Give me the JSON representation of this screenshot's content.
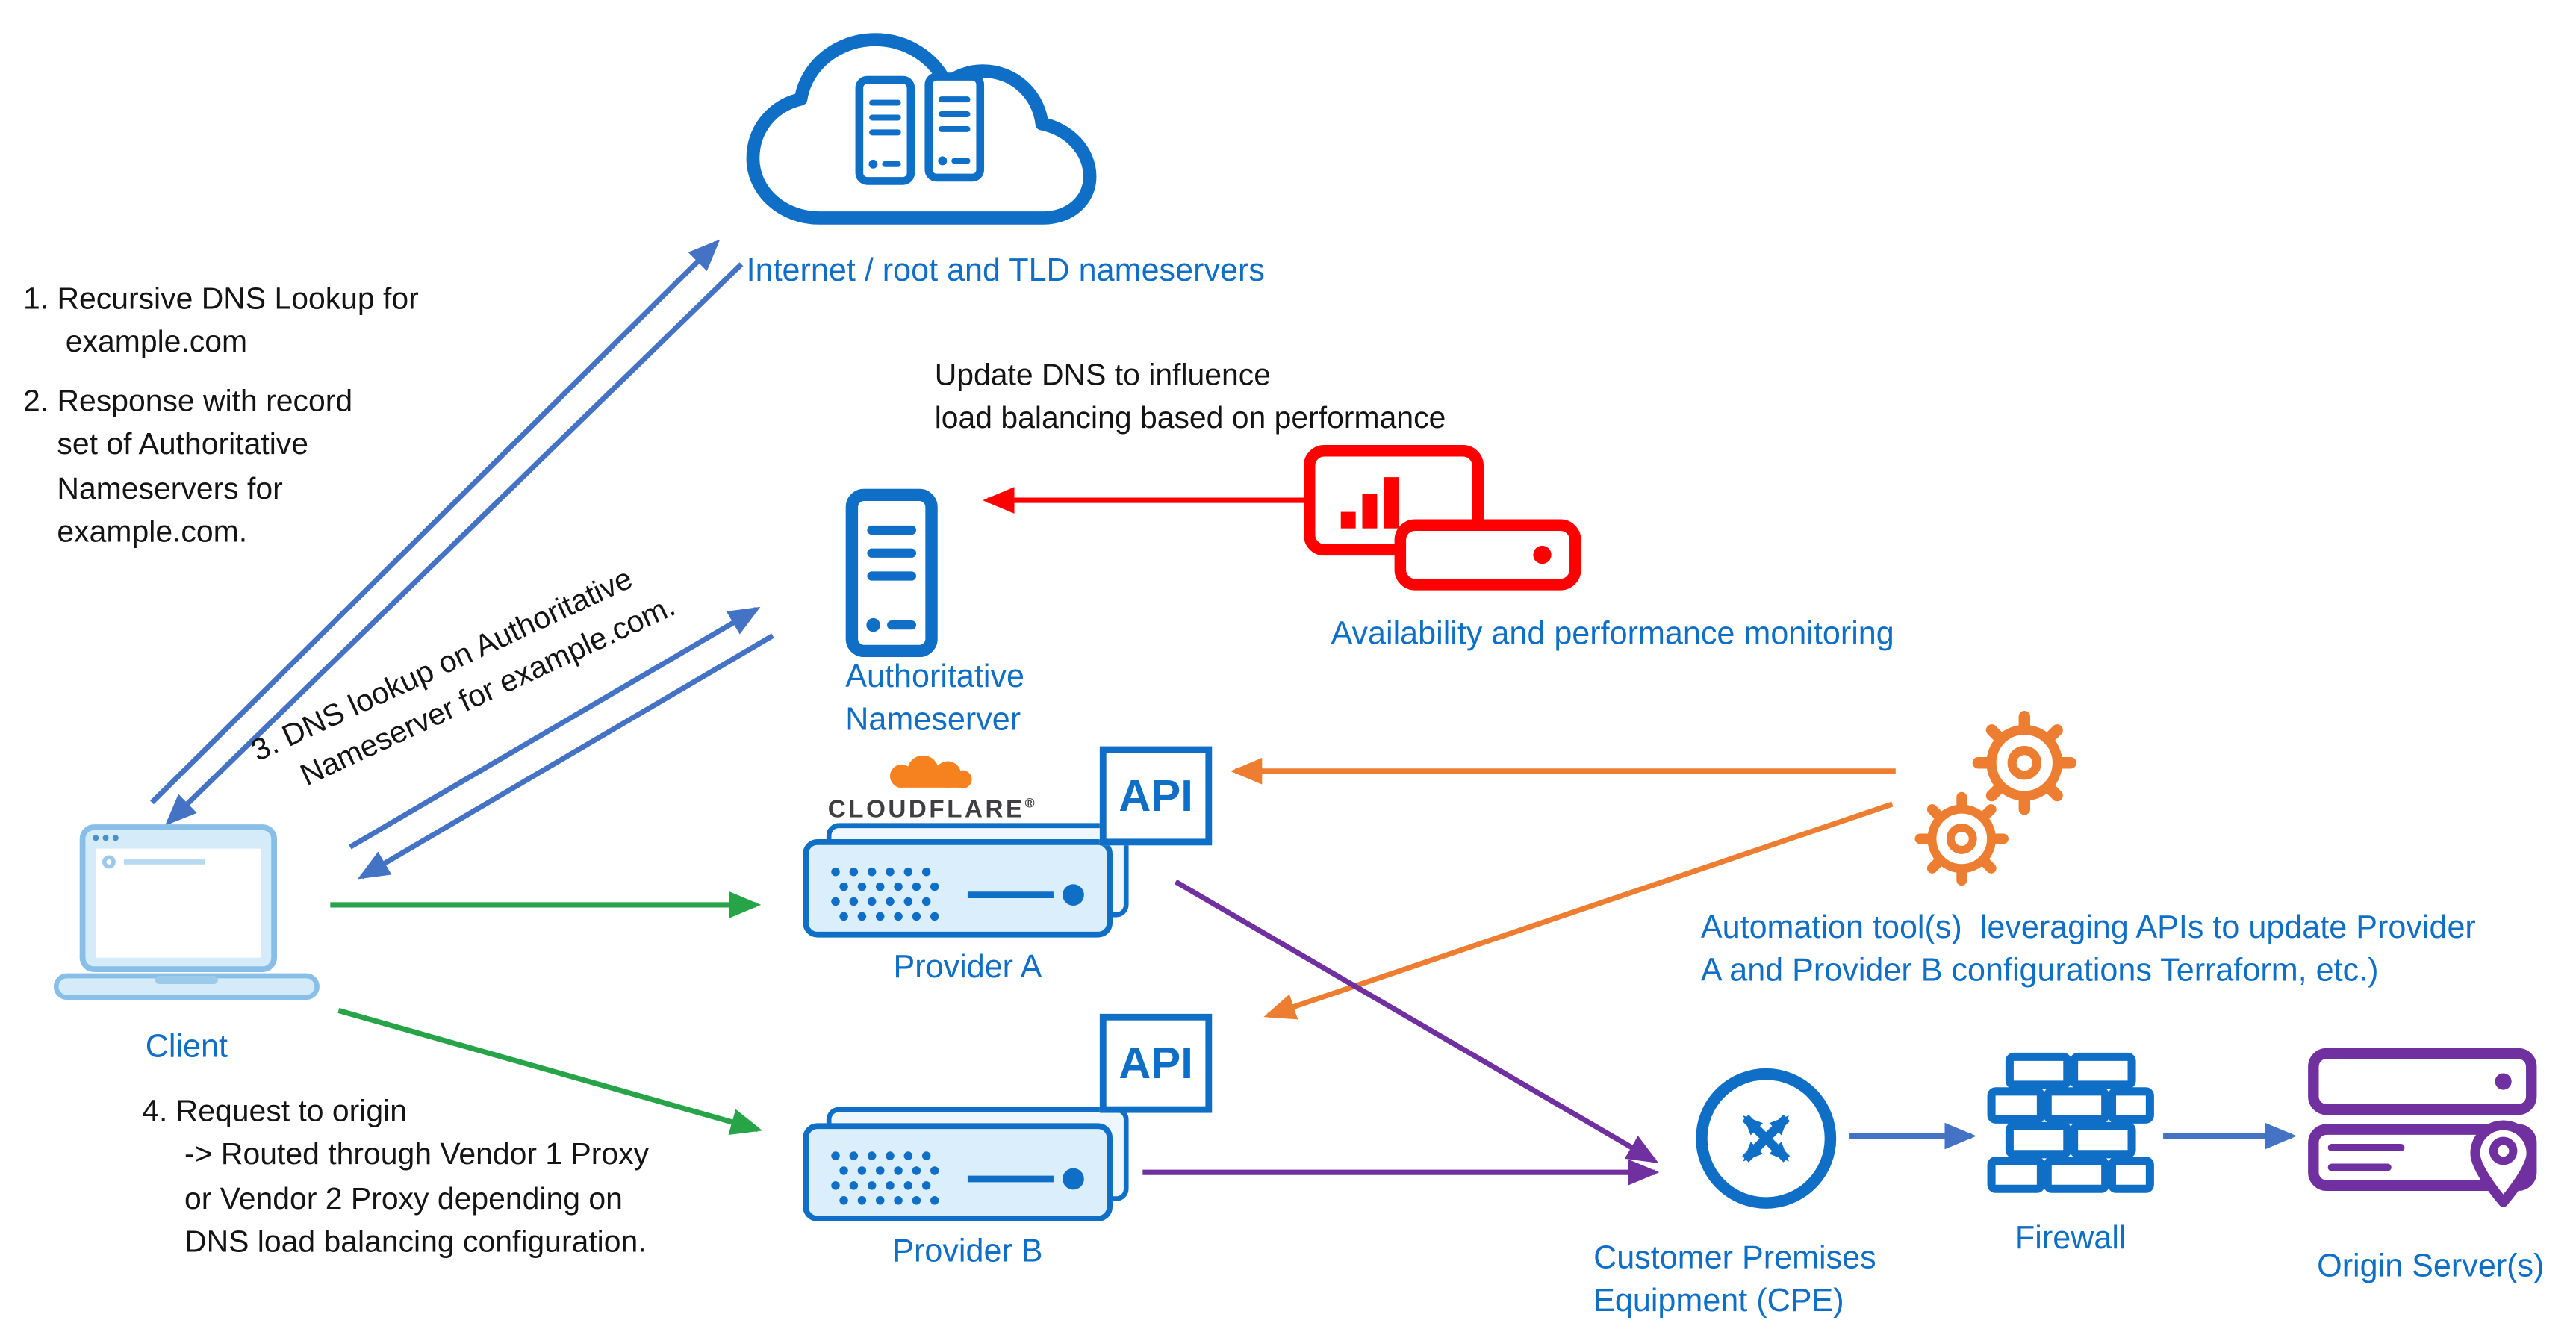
{
  "colors": {
    "label_blue": "#0f6fc6",
    "icon_blue": "#0f6fc6",
    "arrow_blue": "#4472c4",
    "red": "#fe0000",
    "green": "#27a348",
    "orange": "#ed7d31",
    "purple": "#7030a0",
    "cloudflare_orange": "#f6821f",
    "wordmark_gray": "#3f3f41"
  },
  "nodes": {
    "internet": {
      "label": "Internet / root and TLD nameservers",
      "icon": "cloud-with-servers-icon"
    },
    "client": {
      "label": "Client",
      "icon": "laptop-icon"
    },
    "authoritative_nameserver": {
      "label": "Authoritative\nNameserver",
      "icon": "server-tower-icon"
    },
    "monitoring": {
      "label": "Availability and performance monitoring",
      "icon": "monitoring-dashboard-icon"
    },
    "provider_a": {
      "label": "Provider A",
      "brand": "CLOUDFLARE",
      "brand_mark": "®",
      "api_label": "API",
      "icon": "network-appliance-icon"
    },
    "provider_b": {
      "label": "Provider B",
      "api_label": "API",
      "icon": "network-appliance-icon"
    },
    "automation": {
      "label": "Automation tool(s)  leveraging APIs to update Provider\nA and Provider B configurations Terraform, etc.)",
      "icon": "gears-icon"
    },
    "cpe": {
      "label": "Customer Premises\nEquipment (CPE)",
      "icon": "router-icon"
    },
    "firewall": {
      "label": "Firewall",
      "icon": "brick-wall-icon"
    },
    "origin": {
      "label": "Origin Server(s)",
      "icon": "servers-with-pin-icon"
    }
  },
  "annotations": {
    "step1": "1. Recursive DNS Lookup for\n     example.com",
    "step2": "2. Response with record\n    set of Authoritative\n    Nameservers for\n    example.com.",
    "step3": "3. DNS lookup on Authoritative\n    Nameserver for example.com.",
    "step4": "4. Request to origin\n     -> Routed through Vendor 1 Proxy\n     or Vendor 2 Proxy depending on\n     DNS load balancing configuration.",
    "update_dns": "Update DNS to influence\nload balancing based on performance"
  }
}
